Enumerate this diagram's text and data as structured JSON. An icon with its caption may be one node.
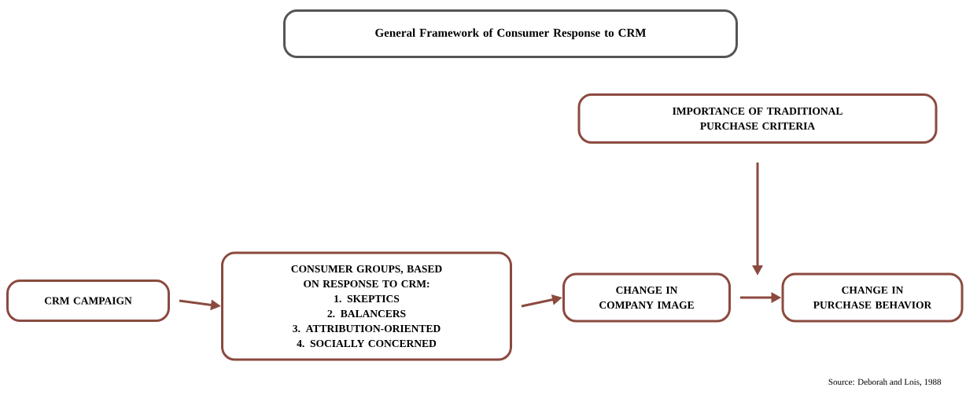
{
  "diagram": {
    "nodes": [
      {
        "text": [
          "General Framework of Consumer Response to CRM"
        ]
      },
      {
        "text": [
          "IMPORTANCE OF TRADITIONAL PURCHASE CRITERIA"
        ]
      },
      {
        "text": [
          "CRM CAMPAIGN"
        ]
      },
      {
        "text": [
          "CONSUMER GROUPS, BASED ON RESPONSE TO CRM:",
          "1. SKEPTICS",
          "2. BALANCERS",
          "3. ATTRIBUTION-ORIENTED",
          "4. SOCIALLY CONCERNED"
        ]
      },
      {
        "text": [
          "CHANGE IN COMPANY IMAGE"
        ]
      },
      {
        "text": [
          "CHANGE IN PURCHASE BEHAVIOR"
        ]
      }
    ],
    "edges": [
      {
        "from": 2,
        "to": 3,
        "arrow": "to"
      },
      {
        "from": 3,
        "to": 4,
        "arrow": "to"
      },
      {
        "from": 4,
        "to": 5,
        "arrow": "to"
      },
      {
        "from": 1,
        "to": null,
        "arrow": "to"
      }
    ],
    "labels": [
      "Source: Deborah and Lois, 1988"
    ]
  }
}
